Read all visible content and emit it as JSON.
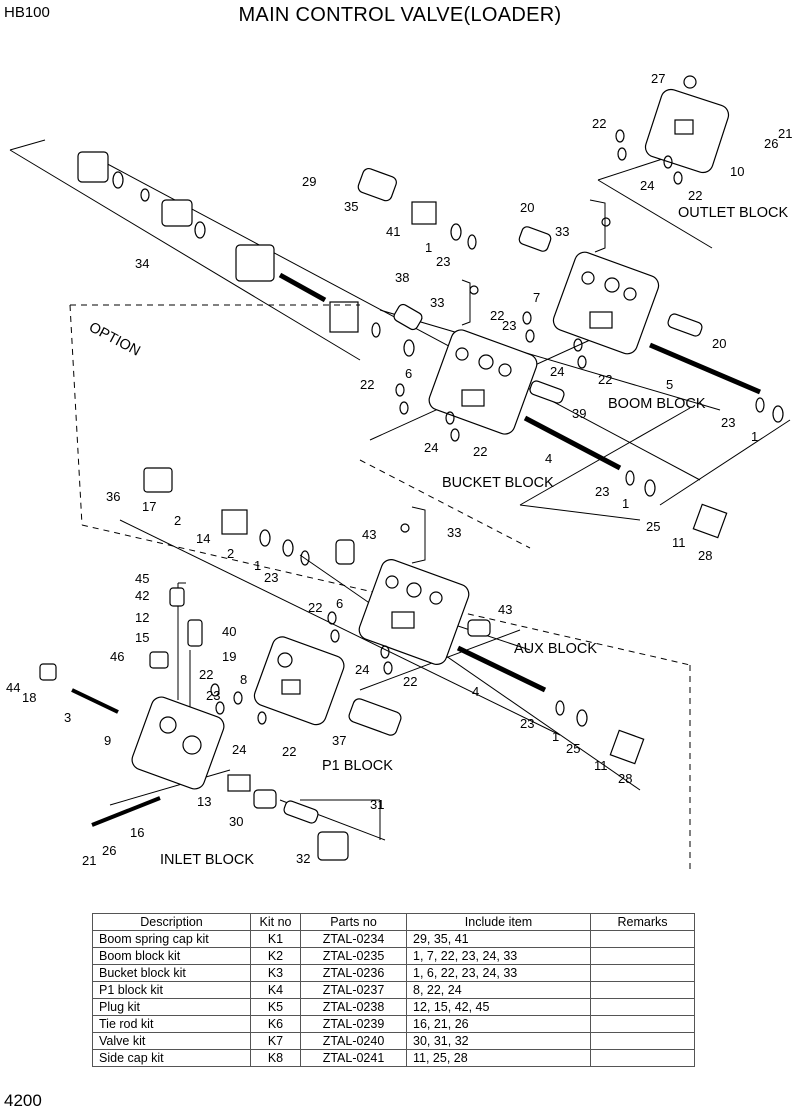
{
  "header": {
    "model": "HB100",
    "title": "MAIN CONTROL VALVE(LOADER)"
  },
  "footer": {
    "page_number": "4200"
  },
  "diagram": {
    "block_labels": {
      "outlet": "OUTLET BLOCK",
      "boom": "BOOM BLOCK",
      "bucket": "BUCKET BLOCK",
      "aux": "AUX BLOCK",
      "p1": "P1 BLOCK",
      "inlet": "INLET BLOCK",
      "option": "OPTION"
    },
    "callouts": [
      "27",
      "22",
      "21",
      "26",
      "10",
      "24",
      "22",
      "20",
      "33",
      "41",
      "35",
      "29",
      "1",
      "23",
      "34",
      "38",
      "33",
      "22",
      "23",
      "7",
      "20",
      "24",
      "22",
      "5",
      "1",
      "23",
      "6",
      "22",
      "39",
      "24",
      "22",
      "4",
      "23",
      "1",
      "25",
      "11",
      "28",
      "36",
      "17",
      "2",
      "14",
      "2",
      "1",
      "23",
      "43",
      "33",
      "45",
      "42",
      "12",
      "40",
      "15",
      "19",
      "46",
      "22",
      "8",
      "6",
      "22",
      "23",
      "24",
      "22",
      "43",
      "4",
      "23",
      "1",
      "25",
      "11",
      "28",
      "44",
      "18",
      "3",
      "9",
      "24",
      "22",
      "37",
      "13",
      "30",
      "31",
      "16",
      "26",
      "21",
      "32"
    ]
  },
  "kit_table": {
    "headers": [
      "Description",
      "Kit no",
      "Parts no",
      "Include item",
      "Remarks"
    ],
    "rows": [
      [
        "Boom spring cap kit",
        "K1",
        "ZTAL-0234",
        "29, 35, 41",
        ""
      ],
      [
        "Boom block kit",
        "K2",
        "ZTAL-0235",
        "1, 7, 22, 23, 24, 33",
        ""
      ],
      [
        "Bucket block kit",
        "K3",
        "ZTAL-0236",
        "1, 6, 22, 23, 24, 33",
        ""
      ],
      [
        "P1 block kit",
        "K4",
        "ZTAL-0237",
        "8, 22, 24",
        ""
      ],
      [
        "Plug  kit",
        "K5",
        "ZTAL-0238",
        "12, 15, 42, 45",
        ""
      ],
      [
        "Tie rod kit",
        "K6",
        "ZTAL-0239",
        "16, 21, 26",
        ""
      ],
      [
        "Valve kit",
        "K7",
        "ZTAL-0240",
        "30, 31, 32",
        ""
      ],
      [
        "Side cap kit",
        "K8",
        "ZTAL-0241",
        "11, 25, 28",
        ""
      ]
    ]
  }
}
